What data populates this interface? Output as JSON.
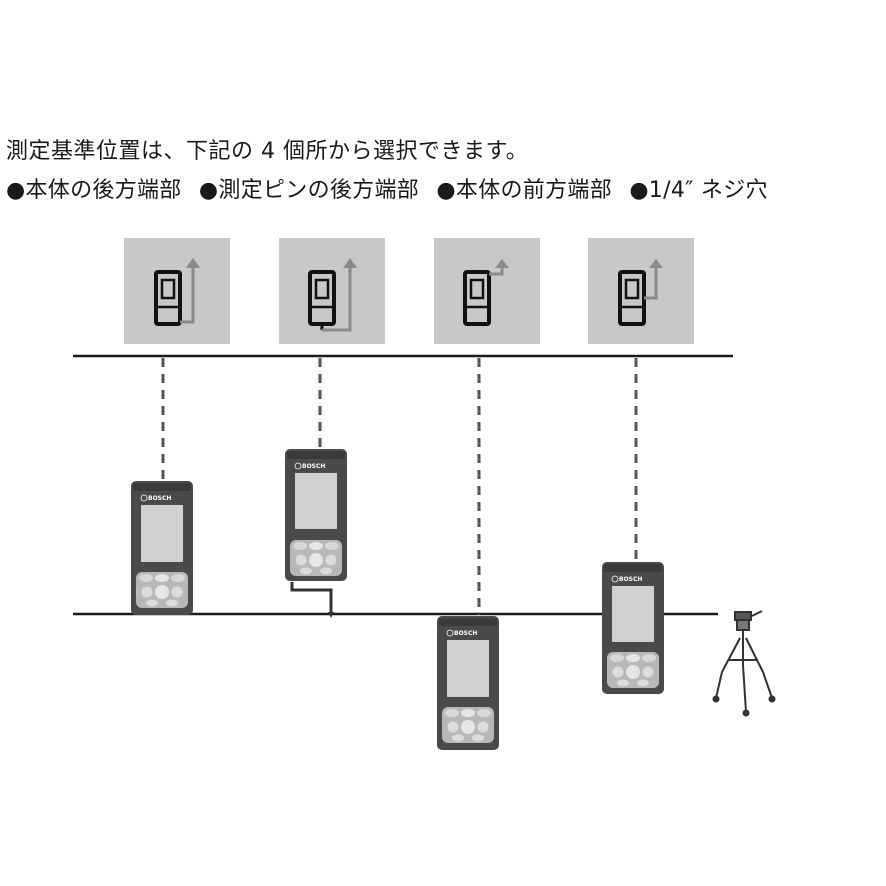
{
  "intro": "測定基準位置は、下記の 4 個所から選択できます。",
  "options": [
    "●本体の後方端部",
    "●測定ピンの後方端部",
    "●本体の前方端部",
    "●1/4″ ネジ穴"
  ],
  "brand": "BOSCH",
  "icons": [
    "rear-edge-reference-icon",
    "pin-rear-reference-icon",
    "front-edge-reference-icon",
    "tripod-thread-reference-icon"
  ],
  "colors": {
    "icon_bg": "#c8c8c8",
    "device_body": "#4a4a4a",
    "screen": "#d0d0d0",
    "keypad": "#b8b8b8",
    "line": "#1a1a1a"
  }
}
